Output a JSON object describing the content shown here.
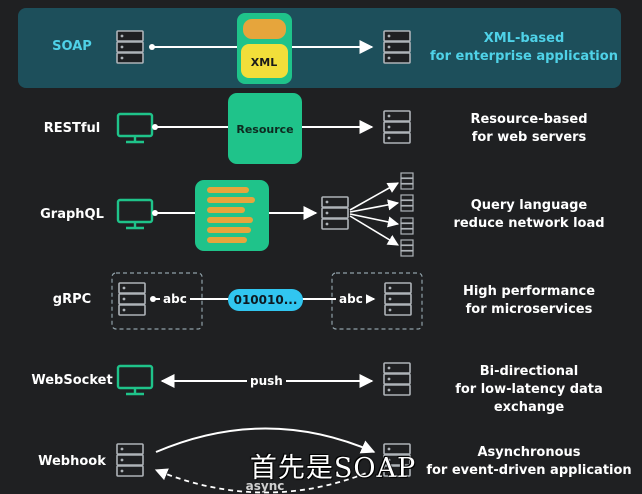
{
  "rows": [
    {
      "label": "SOAP",
      "desc_line1": "XML-based",
      "desc_line2": "for enterprise application",
      "box_label": "XML"
    },
    {
      "label": "RESTful",
      "desc_line1": "Resource-based",
      "desc_line2": "for web servers",
      "box_label": "Resource"
    },
    {
      "label": "GraphQL",
      "desc_line1": "Query language",
      "desc_line2": "reduce network load"
    },
    {
      "label": "gRPC",
      "desc_line1": "High performance",
      "desc_line2": "for microservices",
      "left_tag": "abc",
      "pill": "010010...",
      "right_tag": "abc"
    },
    {
      "label": "WebSocket",
      "desc_line1": "Bi-directional",
      "desc_line2": "for low-latency data exchange",
      "link_label": "push"
    },
    {
      "label": "Webhook",
      "desc_line1": "Asynchronous",
      "desc_line2": "for event-driven application",
      "link_label": "async"
    }
  ],
  "caption": "首先是SOAP",
  "colors": {
    "background": "#1f2022",
    "soap_band": "#1d4f5b",
    "soap_text": "#4fd2e8",
    "green": "#1fc38a",
    "yellow": "#f2de3a",
    "orange": "#e6a53c",
    "grpc_pill": "#31c6f0"
  },
  "icons": [
    "server-icon",
    "monitor-icon"
  ]
}
